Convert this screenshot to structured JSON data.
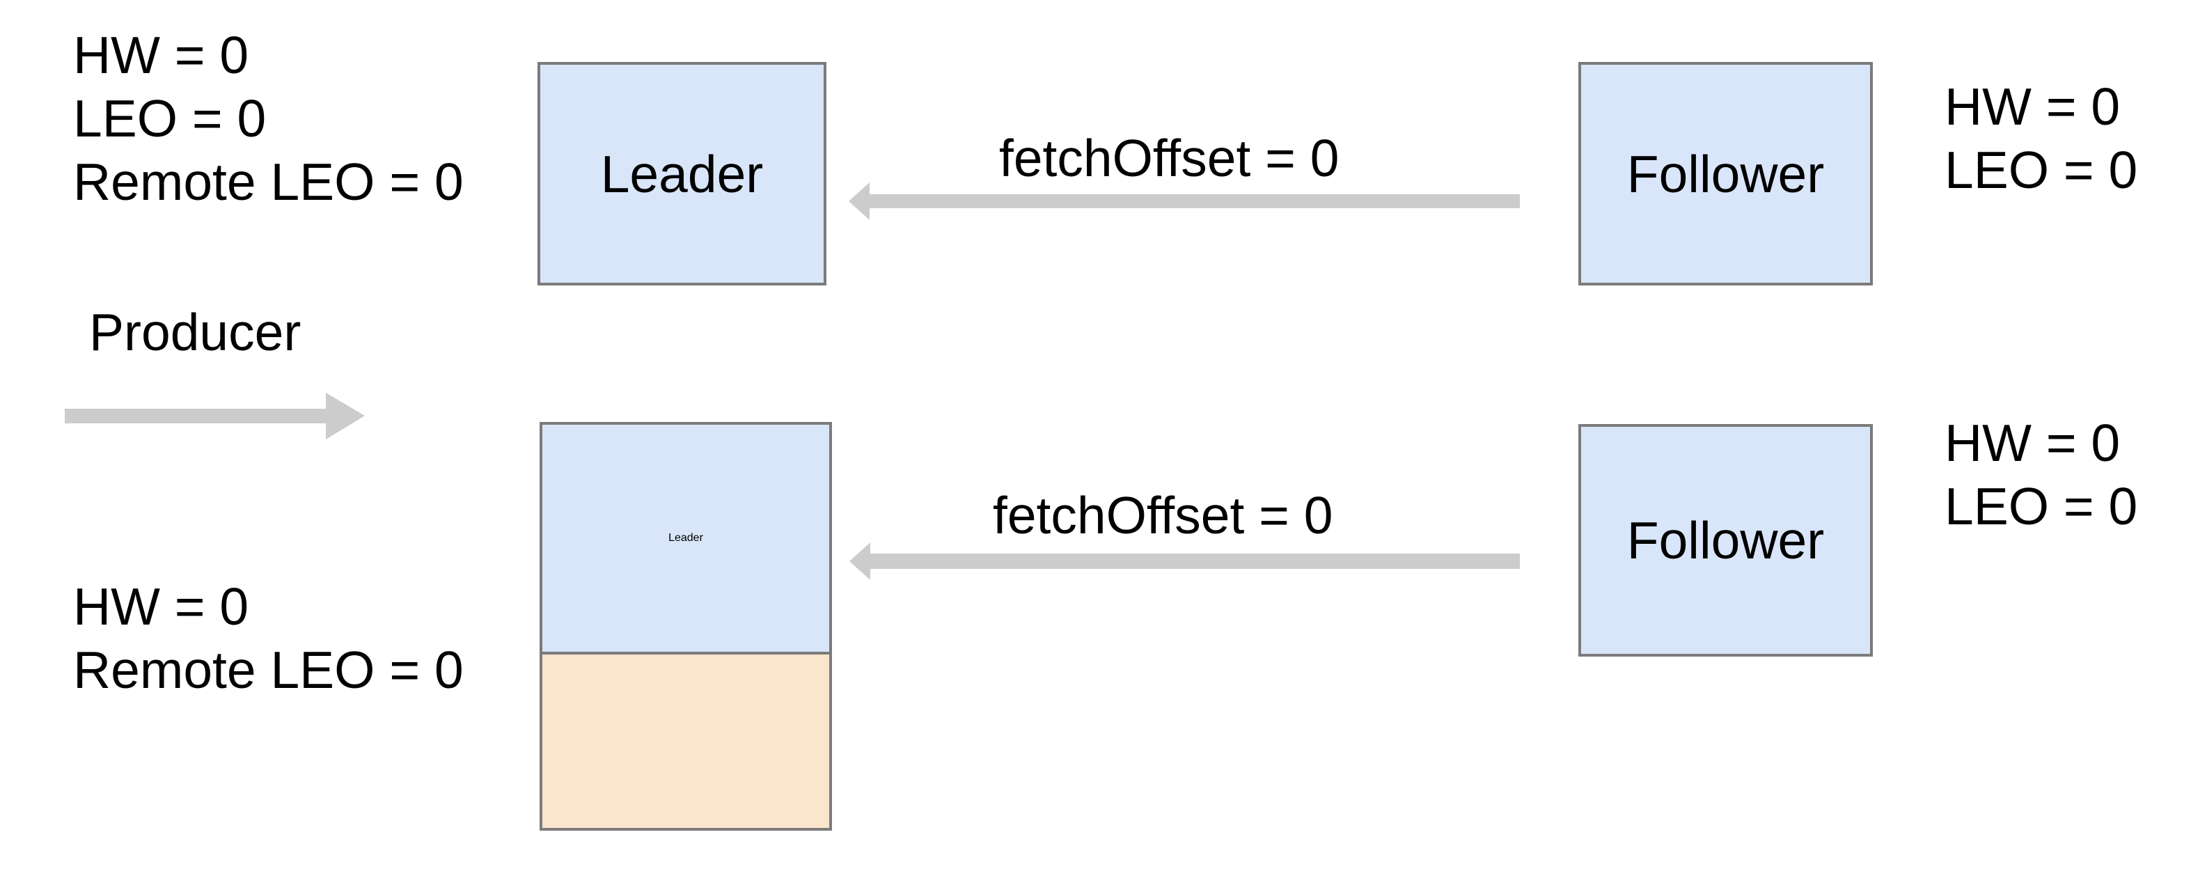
{
  "diagram": {
    "title_hint": "Kafka leader-follower replication fetch diagram",
    "colors": {
      "box_blue": "#d9e5f8",
      "box_orange": "#fce5cd",
      "box_border": "#7b7b7b",
      "arrow_gray": "#cccccc",
      "text": "#000000"
    },
    "producer": {
      "label": "Producer"
    },
    "top_row": {
      "leader_label": "Leader",
      "follower_label": "Follower",
      "fetch_label": "fetchOffset = 0",
      "leader_state": {
        "line1": "HW = 0",
        "line2": "LEO = 0",
        "line3": "Remote LEO = 0"
      },
      "follower_state": {
        "line1": "HW = 0",
        "line2": "LEO = 0"
      }
    },
    "bottom_row": {
      "leader_label": "Leader",
      "follower_label": "Follower",
      "fetch_label": "fetchOffset = 0",
      "leader_state": {
        "line1": "HW = 0",
        "line2": "Remote LEO = 0"
      },
      "follower_state": {
        "line1": "HW = 0",
        "line2": "LEO = 0"
      }
    }
  }
}
